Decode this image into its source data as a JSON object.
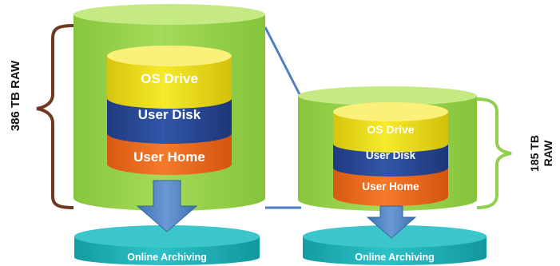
{
  "left_system": {
    "capacity_label": "386 TB RAW",
    "layers": [
      "OS Drive",
      "User Disk",
      "User Home"
    ],
    "archive_label": "Online Archiving"
  },
  "right_system": {
    "capacity_line1": "185 TB",
    "capacity_line2": "RAW",
    "layers": [
      "OS Drive",
      "User Disk",
      "User Home"
    ],
    "archive_label": "Online Archiving"
  },
  "colors": {
    "container_green": "#99d24c",
    "os_drive_yellow": "#f0e21a",
    "user_disk_blue": "#2b4796",
    "user_home_orange": "#ee6a1c",
    "archive_teal": "#1fb2b8",
    "arrow_blue": "#4f86c6",
    "left_brace_brown": "#6d3a20",
    "right_brace_green": "#8fd14f",
    "connector_blue": "#4f7fc0"
  }
}
